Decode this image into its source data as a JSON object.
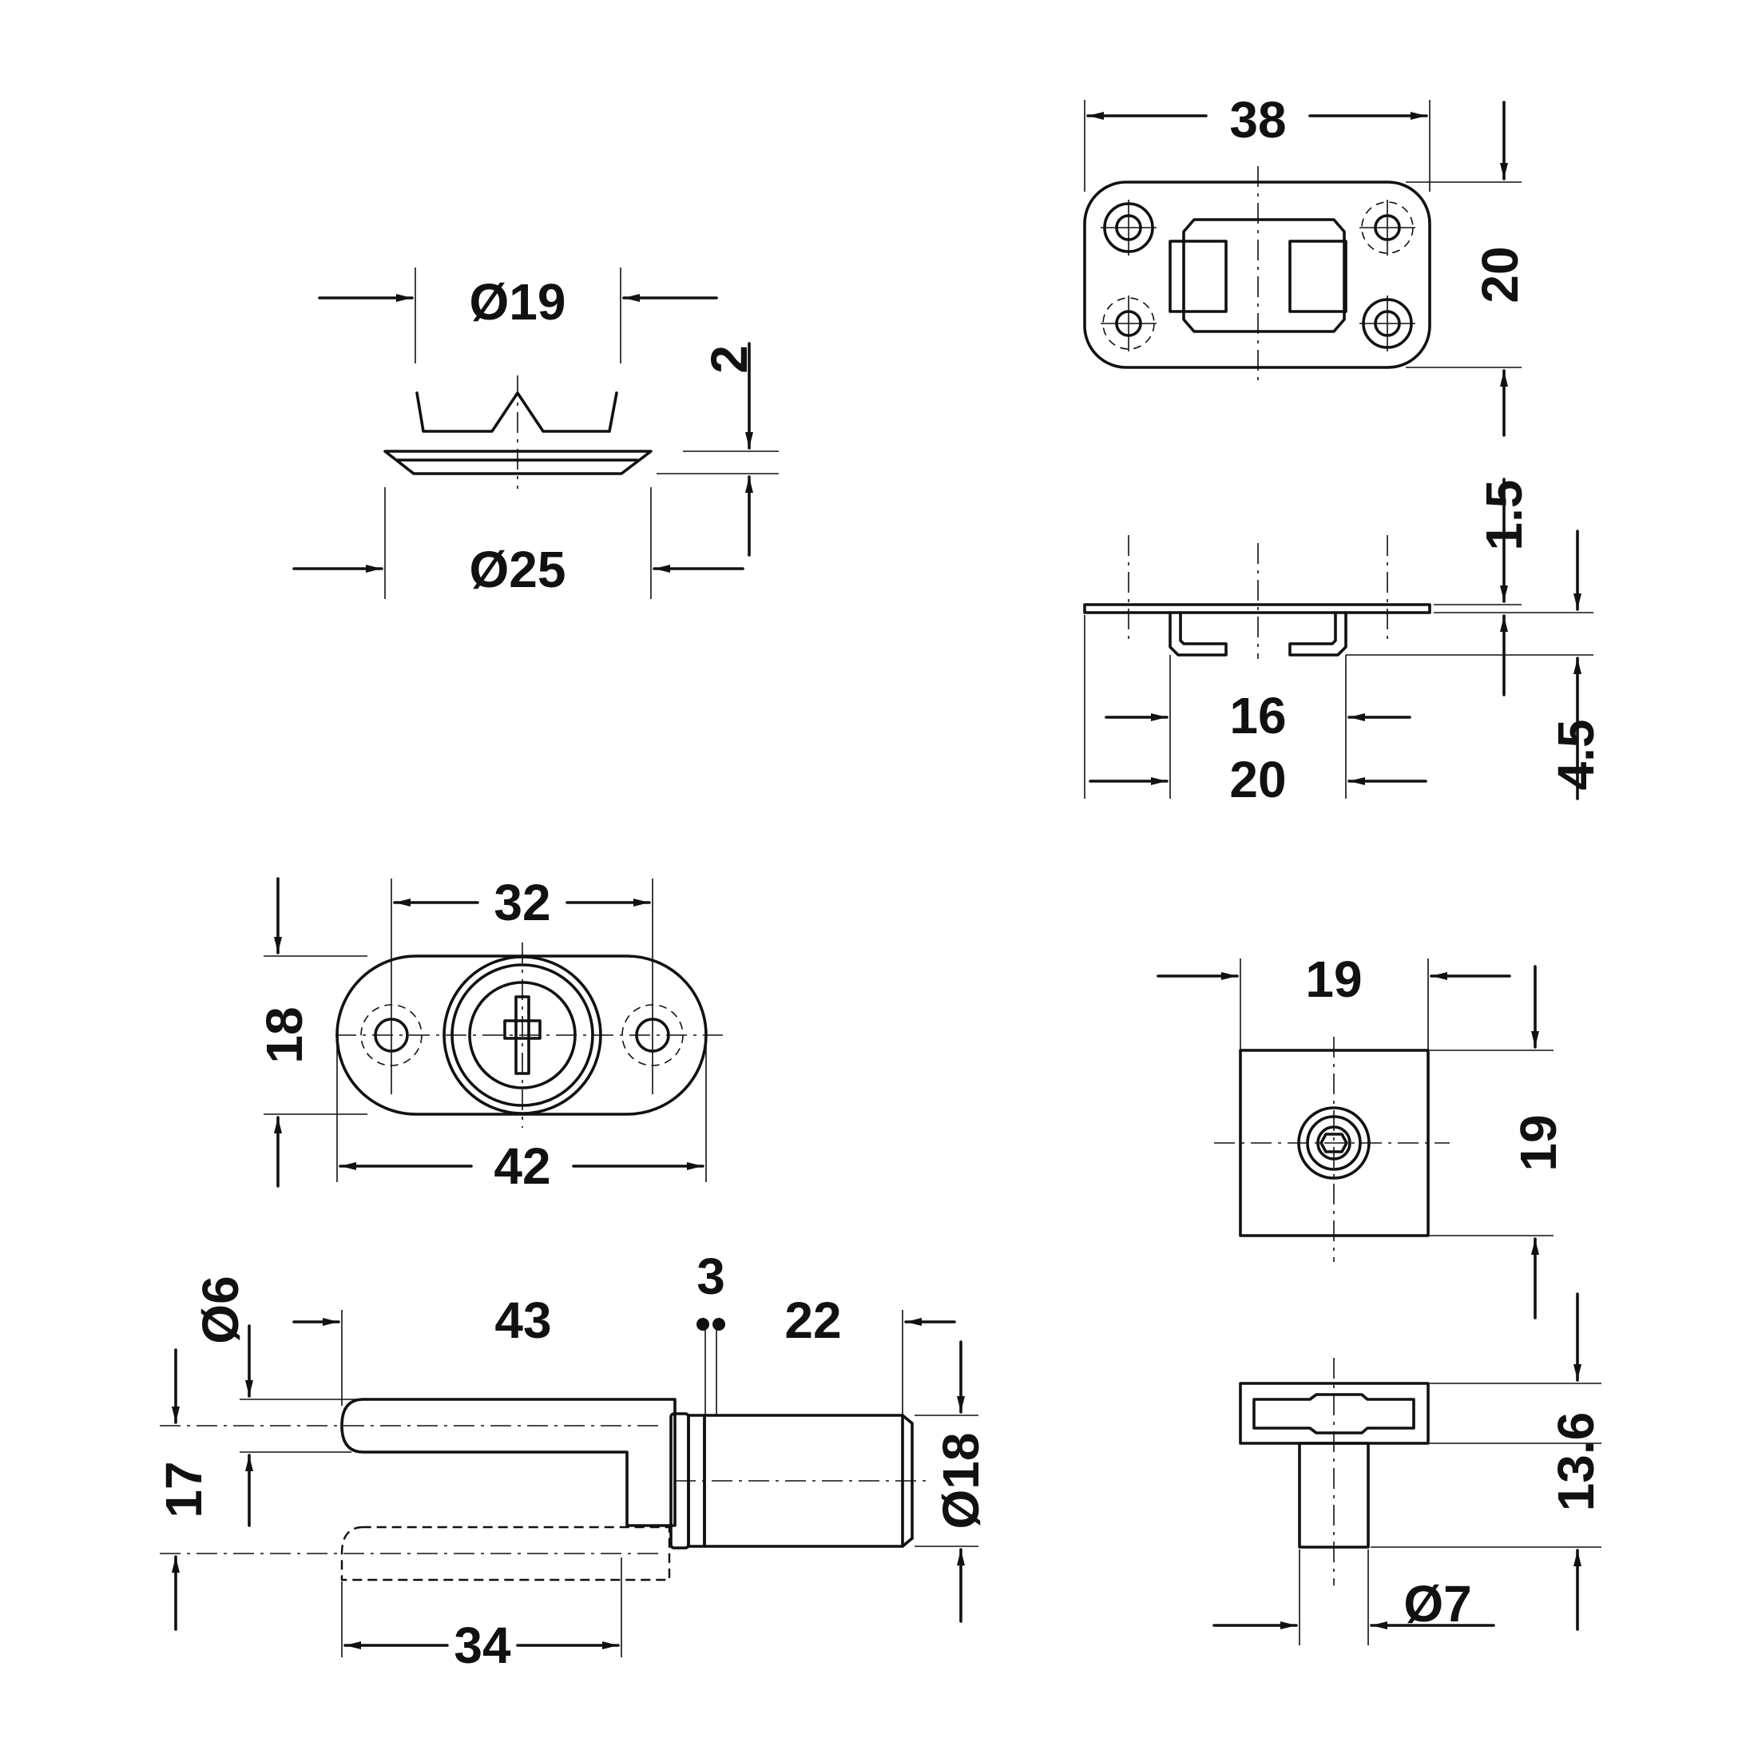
{
  "colors": {
    "line": "#111111",
    "background": "#ffffff"
  },
  "views": {
    "rosette": {
      "diameter_top": "Ø19",
      "diameter_bottom": "Ø25",
      "thickness": "2"
    },
    "plate_top": {
      "width": "38",
      "height": "20"
    },
    "plate_side": {
      "thickness": "1.5",
      "inner_width": "16",
      "outer_width": "20",
      "depth": "4.5"
    },
    "lock_front": {
      "hole_spacing": "32",
      "overall_width": "42",
      "height": "18"
    },
    "lock_side": {
      "bolt_diameter": "Ø6",
      "bolt_length": "43",
      "flange": "3",
      "cylinder_length": "22",
      "offset": "17",
      "cylinder_diameter": "Ø18",
      "bolt_lower_length": "34"
    },
    "keeper_top": {
      "width": "19",
      "height": "19"
    },
    "keeper_side": {
      "height": "13.6",
      "pin_diameter": "Ø7"
    }
  }
}
